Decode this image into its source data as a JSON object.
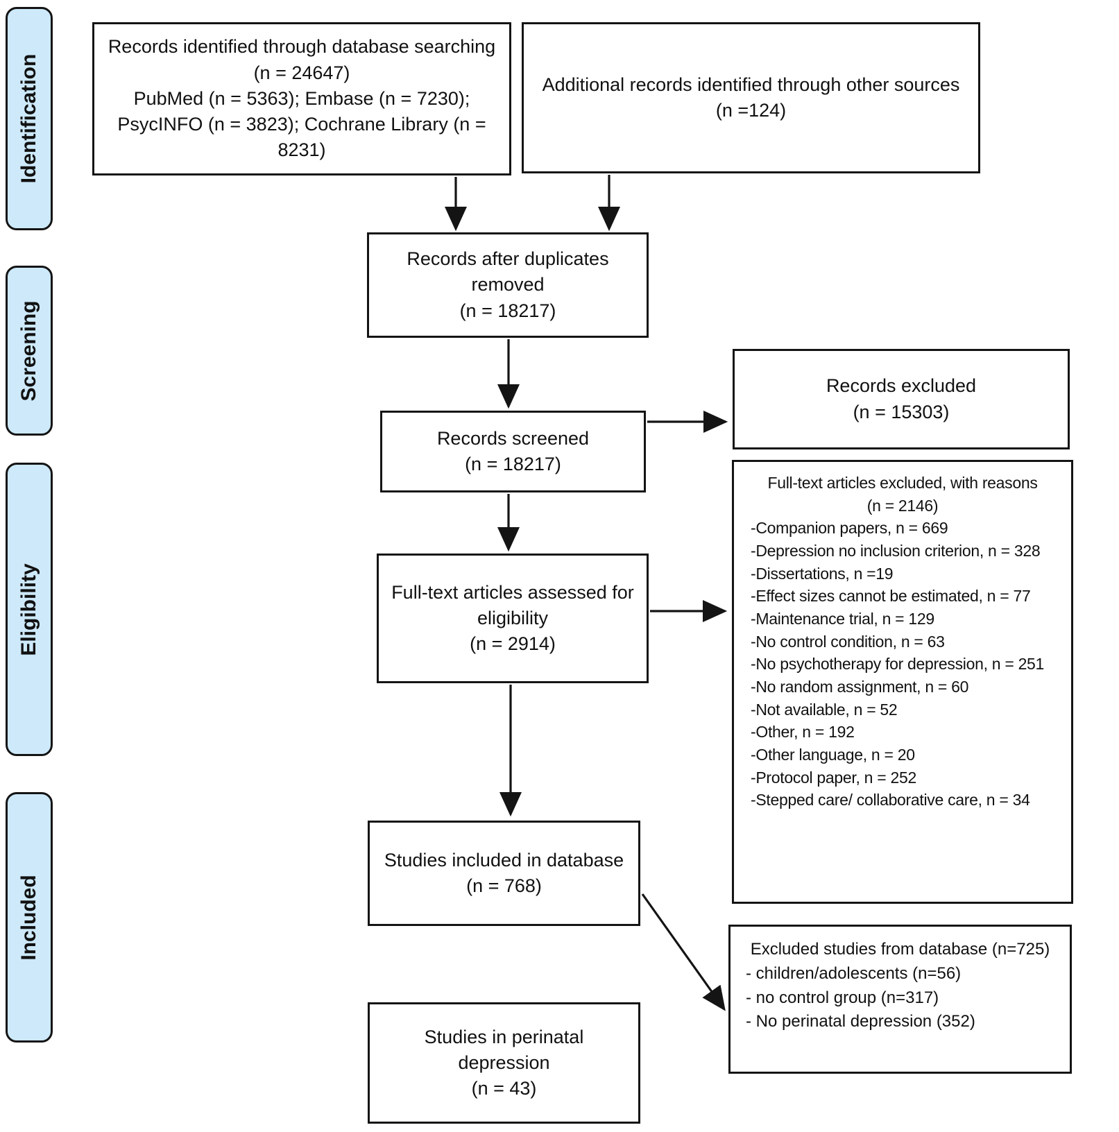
{
  "diagram": {
    "colors": {
      "stage_fill": "#cde9fa",
      "border": "#141414",
      "arrow": "#141414",
      "background": "#ffffff"
    },
    "stages": [
      {
        "label": "Identification"
      },
      {
        "label": "Screening"
      },
      {
        "label": "Eligibility"
      },
      {
        "label": "Included"
      }
    ],
    "boxes": {
      "records_identified": {
        "lines": [
          "Records identified through database searching (n = 24647)",
          "PubMed (n = 5363); Embase (n = 7230); PsycINFO (n = 3823); Cochrane Library (n = 8231)"
        ]
      },
      "additional_records": {
        "lines": [
          "Additional records identified through other sources",
          "(n =124)"
        ]
      },
      "duplicates_removed": {
        "lines": [
          "Records after duplicates removed",
          "(n = 18217)"
        ]
      },
      "records_screened": {
        "lines": [
          "Records screened",
          "(n = 18217)"
        ]
      },
      "records_excluded": {
        "lines": [
          "Records excluded",
          "(n = 15303)"
        ]
      },
      "fulltext_assessed": {
        "lines": [
          "Full-text articles assessed for eligibility",
          "(n = 2914)"
        ]
      },
      "fulltext_excluded": {
        "heading_lines": [
          "Full-text articles excluded, with reasons",
          "(n = 2146)"
        ],
        "reasons": [
          "-Companion papers, n = 669",
          "-Depression no inclusion criterion, n = 328",
          "-Dissertations, n =19",
          "-Effect sizes cannot be estimated, n = 77",
          "-Maintenance trial, n = 129",
          "-No control condition, n = 63",
          "-No psychotherapy for depression, n = 251",
          "-No random assignment, n = 60",
          "-Not available, n = 52",
          "-Other, n = 192",
          "-Other language, n = 20",
          "-Protocol paper, n = 252",
          "-Stepped care/ collaborative care, n = 34"
        ]
      },
      "studies_included_database": {
        "lines": [
          "Studies included in database (n = 768)"
        ]
      },
      "excluded_from_database": {
        "heading": "Excluded studies from database (n=725)",
        "reasons": [
          "- children/adolescents (n=56)",
          "- no control group (n=317)",
          "- No perinatal depression (352)"
        ]
      },
      "perinatal": {
        "lines": [
          "Studies in perinatal depression",
          "(n = 43)"
        ]
      }
    }
  }
}
